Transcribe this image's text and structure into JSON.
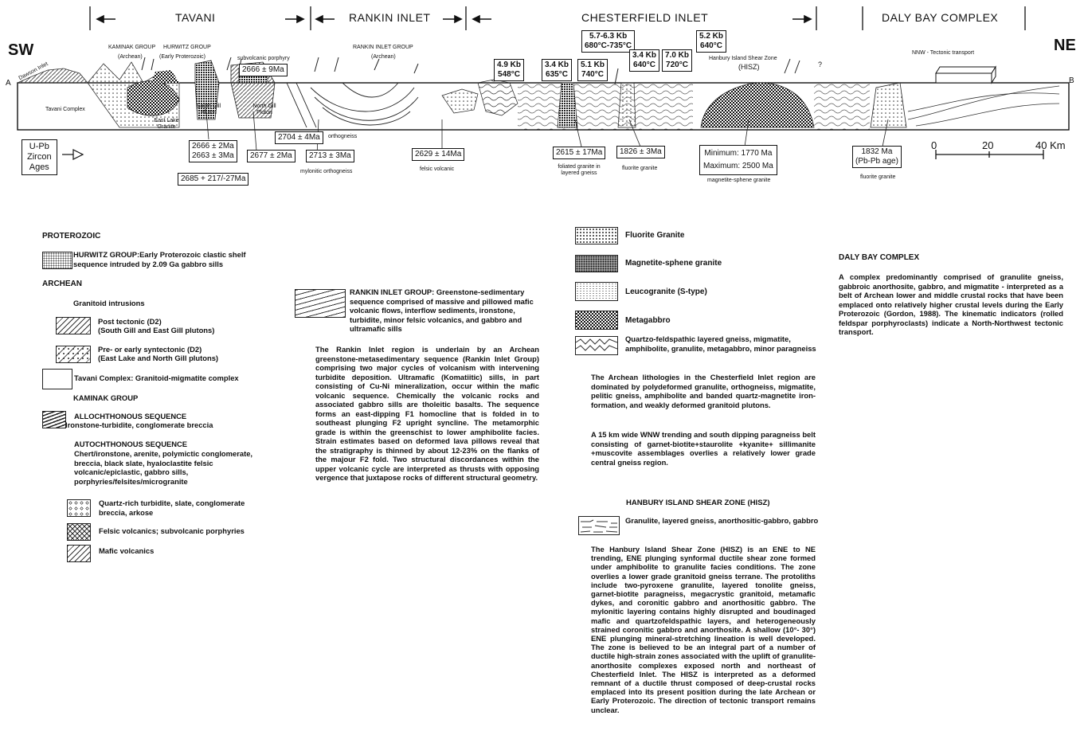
{
  "section": {
    "sw": "SW",
    "ne": "NE",
    "a": "A",
    "b": "B",
    "regions": [
      "TAVANI",
      "RANKIN INLET",
      "CHESTERFIELD INLET",
      "DALY BAY COMPLEX"
    ],
    "labels": {
      "kaminak": "KAMINAK GROUP",
      "archean": "(Archean)",
      "hurwitz": "HURWITZ GROUP",
      "early_prot": "(Early Proterozoic)",
      "subvolcanic": "subvolcanic porphyry",
      "rankin_group": "RANKIN INLET GROUP",
      "rankin_archean": "(Archean)",
      "dawson": "Dawson Inlet",
      "tavani_complex": "Tavani Complex",
      "east_lake": "East Lake Granite",
      "south_gill": "South Gill Pluton",
      "north_gill": "North Gill Pluton",
      "orthogneiss": "orthogneiss",
      "mylonitic": "mylonitic orthogneiss",
      "felsic_volc": "felsic volcanic",
      "foliated": "foliated granite in layered gneiss",
      "fluorite1": "fluorite granite",
      "magsph": "magnetite-sphene granite",
      "fluorite2": "fluorite granite",
      "hisz_name": "Hanbury Island Shear Zone",
      "hisz_abbr": "(HISZ)",
      "nnw": "NNW - Tectonic transport",
      "q": "?"
    },
    "pt_boxes": [
      {
        "l1": "4.9 Kb",
        "l2": "548°C"
      },
      {
        "l1": "3.4 Kb",
        "l2": "635°C"
      },
      {
        "l1": "5.1 Kb",
        "l2": "740°C"
      },
      {
        "l1": "5.7-6.3 Kb",
        "l2": "680°C-735°C"
      },
      {
        "l1": "3.4 Kb",
        "l2": "640°C"
      },
      {
        "l1": "7.0 Kb",
        "l2": "720°C"
      },
      {
        "l1": "5.2 Kb",
        "l2": "640°C"
      }
    ],
    "ages": {
      "a2666": "2666 ± 9Ma",
      "a2666b": "2666 ± 2Ma",
      "a2663": "2663 ± 3Ma",
      "a2685": "2685 + 217/-27Ma",
      "a2677": "2677 ± 2Ma",
      "a2704": "2704 ± 4Ma",
      "a2713": "2713 ± 3Ma",
      "a2629": "2629 ± 14Ma",
      "a2615": "2615 ± 17Ma",
      "a1826": "1826 ± 3Ma",
      "min": "Minimum: 1770 Ma",
      "max": "Maximum: 2500 Ma",
      "a1832": "1832 Ma",
      "pbpb": "(Pb-Pb age)"
    },
    "upb": [
      "U-Pb",
      "Zircon",
      "Ages"
    ],
    "scale": {
      "t0": "0",
      "t1": "20",
      "t2": "40 Km"
    }
  },
  "legend": {
    "proterozoic": "PROTEROZOIC",
    "hurwitz": "HURWITZ GROUP:Early Proterozoic clastic shelf sequence intruded by 2.09 Ga gabbro sills",
    "archean": "ARCHEAN",
    "granitoid": "Granitoid intrusions",
    "post1": "Post tectonic (D2)",
    "post2": "(South Gill and East Gill plutons)",
    "pre1": "Pre- or early syntectonic (D2)",
    "pre2": "(East Lake and North Gill plutons)",
    "tavani": "Tavani Complex: Granitoid-migmatite complex",
    "kaminak": "KAMINAK GROUP",
    "alloc1": "ALLOCHTHONOUS SEQUENCE",
    "alloc2": "Ironstone-turbidite, conglomerate breccia",
    "autoc": "AUTOCHTHONOUS SEQUENCE",
    "autoc_text": "Chert/ironstone, arenite, polymictic conglomerate, breccia, black slate, hyaloclastite felsic volcanic/epiclastic, gabbro sills, porphyries/felsites/microgranite",
    "quartz": "Quartz-rich turbidite, slate, conglomerate breccia, arkose",
    "felsic": "Felsic volcanics; subvolcanic porphyries",
    "mafic": "Mafic volcanics"
  },
  "rankin": {
    "legend": "RANKIN INLET GROUP: Greenstone-sedimentary sequence comprised of massive and pillowed mafic volcanic flows, interflow sediments, ironstone, turbidite, minor felsic volcanics, and gabbro and ultramafic sills",
    "para": "The Rankin Inlet region is underlain by an Archean greenstone-metasedimentary sequence (Rankin Inlet Group) comprising two major cycles of volcanism with intervening turbidite deposition. Ultramafic (Komatiitic) sills, in part consisting of Cu-Ni mineralization, occur within the mafic volcanic sequence. Chemically the volcanic rocks and associated gabbro sills are tholeitic basalts. The sequence forms an east-dipping F1 homocline that is folded in to southeast plunging F2 upright syncline. The metamorphic grade is within the greenschist to lower amphibolite facies. Strain estimates based on deformed lava pillows reveal that the stratigraphy is thinned by about 12-23% on the flanks of the majour F2 fold. Two structural discordances within the upper volcanic cycle are interpreted as thrusts with opposing vergence that juxtapose rocks of different structural geometry."
  },
  "chesterfield": {
    "fluorite": "Fluorite Granite",
    "magsph": "Magnetite-sphene granite",
    "leuco": "Leucogranite (S-type)",
    "metagabbro": "Metagabbro",
    "quartzo": "Quartzo-feldspathic layered gneiss, migmatite, amphibolite, granulite, metagabbro, minor paragneiss",
    "para1": "The Archean lithologies in the Chesterfield Inlet region are dominated by polydeformed granulite, orthogneiss, migmatite, pelitic gneiss, amphibolite and banded quartz-magnetite iron-formation, and weakly deformed granitoid plutons.",
    "para2": "A 15 km wide WNW trending and south dipping paragneiss belt consisting of garnet-biotite+staurolite +kyanite+ sillimanite +muscovite assemblages overlies a relatively lower grade central gneiss region.",
    "hisz_head": "HANBURY ISLAND SHEAR ZONE (HISZ)",
    "hisz_legend": "Granulite, layered gneiss, anorthositic-gabbro, gabbro",
    "hisz_para": "The Hanbury Island Shear Zone (HISZ) is an ENE to NE trending, ENE plunging synformal ductile shear zone formed under amphibolite to granulite facies conditions. The zone overlies a lower grade granitoid gneiss terrane. The protoliths include two-pyroxene granulite, layered tonolite gneiss, garnet-biotite paragneiss, megacrystic granitoid, metamafic dykes, and coronitic gabbro and anorthositic gabbro. The mylonitic layering contains highly disrupted and boudinaged mafic and quartzofeldspathic layers, and heterogeneously strained coronitic gabbro and anorthosite. A shallow (10°- 30°) ENE plunging mineral-stretching lineation is well developed. The zone is believed to be an integral part of a number of ductile high-strain zones associated with the uplift of granulite-anorthosite complexes exposed north and northeast of Chesterfield Inlet. The HISZ is interpreted as a deformed remnant of a ductile thrust composed of deep-crustal rocks emplaced into its present position during the late Archean or Early Proterozoic. The direction of tectonic transport remains unclear."
  },
  "daly": {
    "head": "DALY BAY COMPLEX",
    "para": "A complex predominantly comprised of granulite gneiss, gabbroic anorthosite, gabbro, and migmatite - interpreted as a belt of Archean lower and middle crustal rocks that have been emplaced onto relatively higher crustal levels during the Early Proterozoic (Gordon, 1988). The kinematic indicators (rolled feldspar porphyroclasts) indicate a North-Northwest tectonic transport."
  }
}
